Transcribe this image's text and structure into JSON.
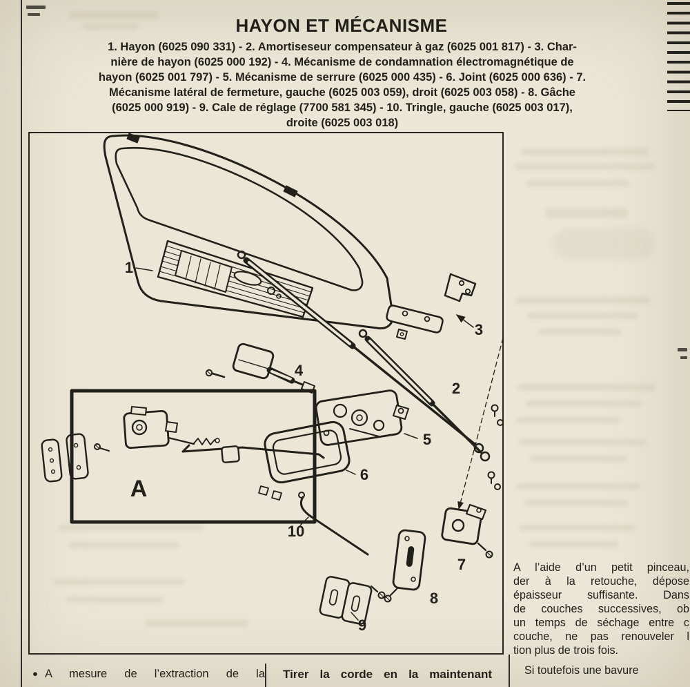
{
  "header": {
    "title": "HAYON ET MÉCANISME",
    "parts_lines": [
      "1. Hayon (6025 090 331) - 2. Amortiseseur compensateur à gaz (6025 001 817) - 3. Char-",
      "nière de hayon (6025 000 192) - 4. Mécanisme de condamnation électromagnétique de",
      "hayon (6025 001 797) - 5. Mécanisme de serrure (6025 000 435) - 6. Joint (6025 000 636) - 7.",
      "Mécanisme latéral de fermeture, gauche (6025 003 059), droit (6025 003 058) - 8. Gâche",
      "(6025 000 919) - 9. Cale de réglage (7700 581 345) - 10. Tringle, gauche (6025 003 017),",
      "droite (6025 003 018)"
    ]
  },
  "diagram": {
    "labels": {
      "p1": "1",
      "p2": "2",
      "p3": "3",
      "p4": "4",
      "p5": "5",
      "p6": "6",
      "p7": "7",
      "p8": "8",
      "p9": "9",
      "p10": "10",
      "detail": "A"
    }
  },
  "footer": {
    "bullet": "●",
    "left_text": "A mesure de l’extraction de la",
    "center_text": "Tirer la corde en la maintenant",
    "right_lines": [
      "A l’aide d’un petit pinceau,",
      "der à la retouche, dépose",
      "épaisseur suffisante. Dans",
      "de couches successives, ob",
      "un temps de séchage entre c",
      "couche, ne pas renouveler l",
      "tion plus de trois fois.",
      "Si toutefois une bavure"
    ]
  },
  "colors": {
    "paper": "#ebe6d6",
    "ink": "#211f1a"
  }
}
